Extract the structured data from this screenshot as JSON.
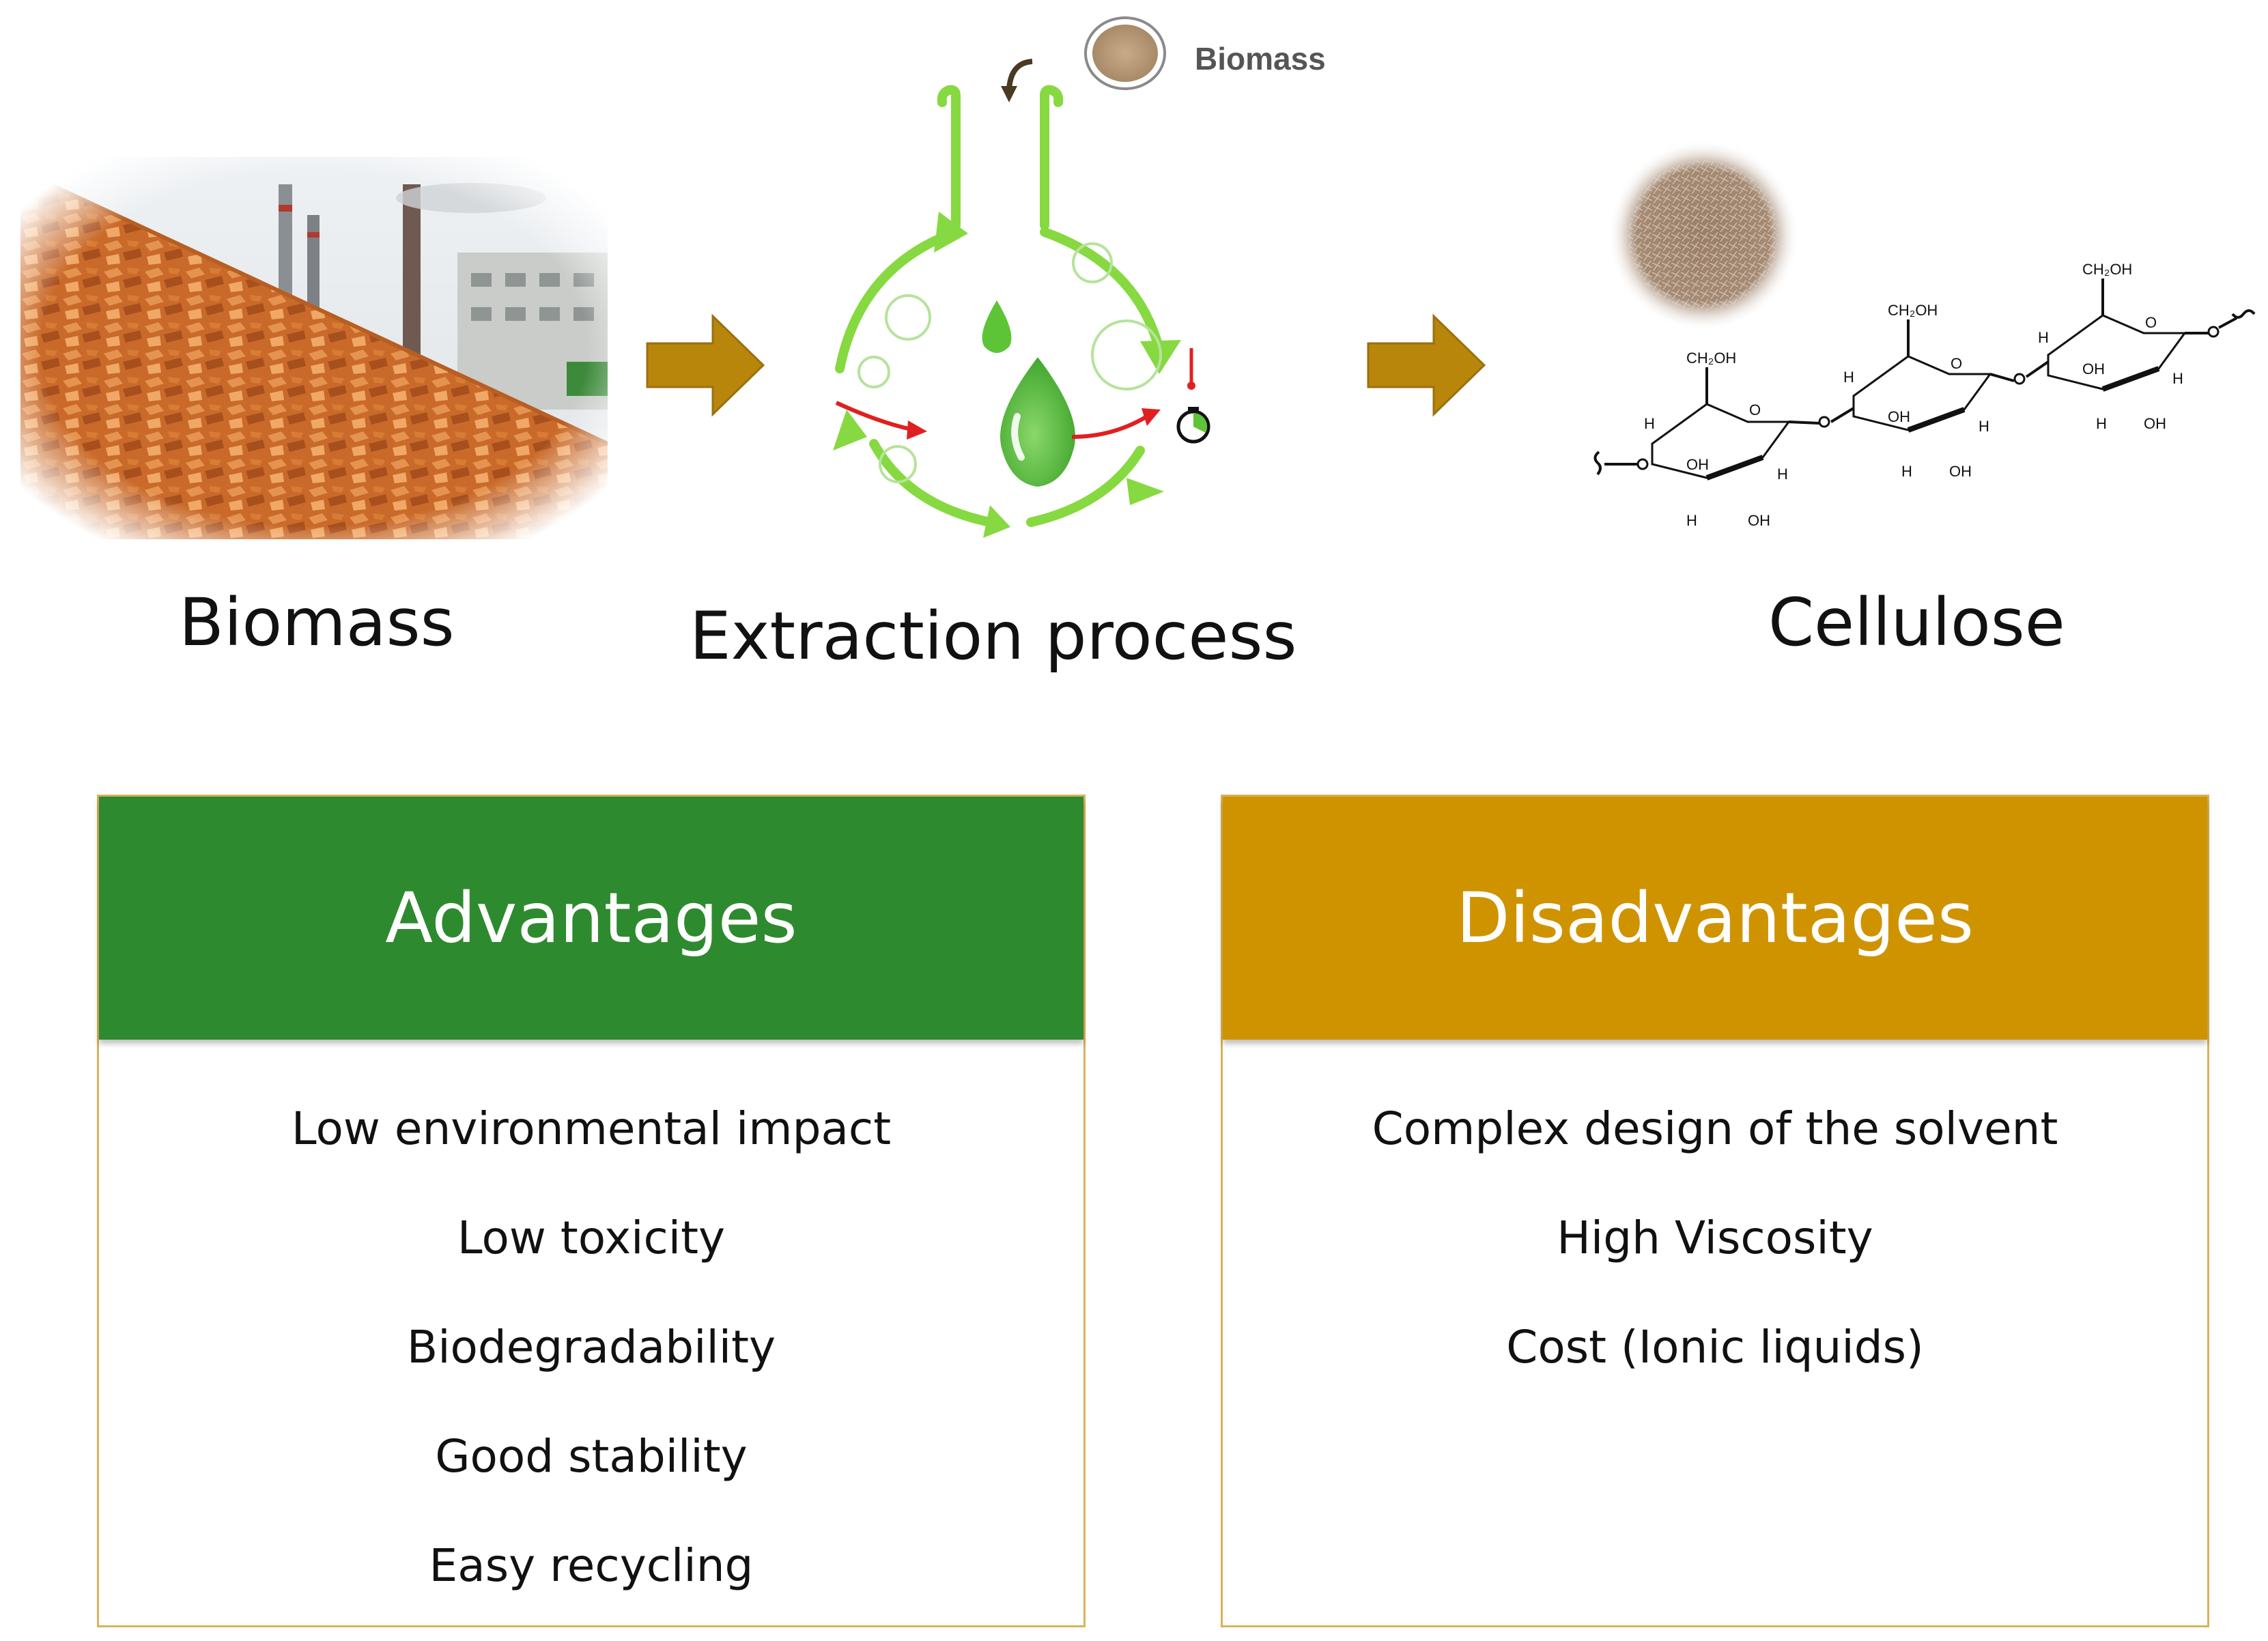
{
  "stages": {
    "biomass_label": "Biomass",
    "extraction_label": "Extraction process",
    "cellulose_label": "Cellulose",
    "input_label": "Biomass"
  },
  "advantages": {
    "title": "Advantages",
    "items": [
      "Low environmental impact",
      "Low toxicity",
      "Biodegradability",
      "Good stability",
      "Easy recycling"
    ]
  },
  "disadvantages": {
    "title": "Disadvantages",
    "items": [
      "Complex design of the solvent",
      "High Viscosity",
      "Cost (Ionic liquids)"
    ]
  },
  "cellulose_structure": {
    "group_label": "CH₂OH",
    "hydroxyl_label": "OH",
    "hydrogen_label": "H",
    "oxygen_label": "O"
  },
  "colors": {
    "advantages_header": "#2e8a2e",
    "disadvantages_header": "#cf9300",
    "process_arrow": "#b8860b",
    "solvent_green": "#5ec437",
    "cycle_arrow": "#7ed43c",
    "heat_arrow": "#e02020"
  }
}
